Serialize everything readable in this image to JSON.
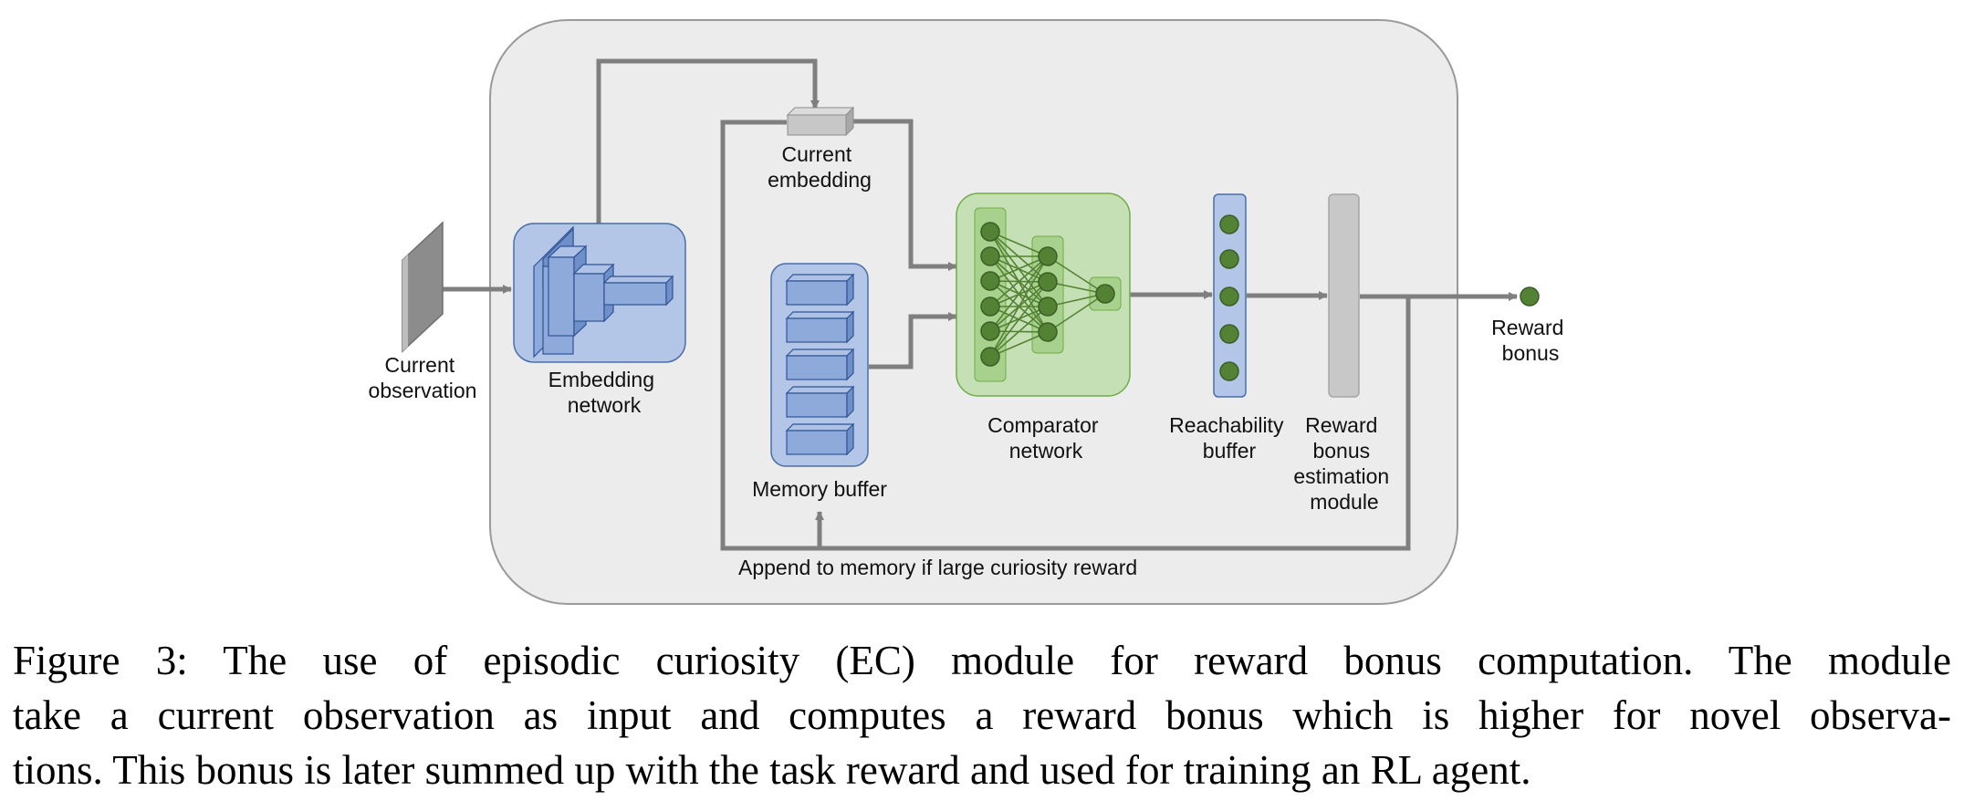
{
  "diagram": {
    "labels": {
      "current_observation": [
        "Current",
        "observation"
      ],
      "embedding_network": [
        "Embedding",
        "network"
      ],
      "current_embedding": [
        "Current",
        "embedding"
      ],
      "memory_buffer": [
        "Memory buffer"
      ],
      "comparator_network": [
        "Comparator",
        "network"
      ],
      "reachability_buffer": [
        "Reachability",
        "buffer"
      ],
      "reward_bonus_estimation_module": [
        "Reward",
        "bonus",
        "estimation",
        "module"
      ],
      "reward_bonus": [
        "Reward",
        "bonus"
      ],
      "append_to_memory": "Append to memory if large curiosity reward"
    },
    "colors": {
      "module_background": "#ececec",
      "module_border": "#9a9a9a",
      "arrow": "#7f7f7f",
      "embedding_fill": "#b3c6e7",
      "embedding_layer": "#8eaadb",
      "comparator_fill": "#c5e0b4",
      "comparator_layer": "#a9d18e",
      "neuron": "#548235",
      "estimation_module": "#c8c8c8"
    }
  },
  "caption": {
    "lines": [
      "Figure 3:   The use of episodic curiosity (EC) module for reward bonus computation.  The module",
      "take a current observation as input and computes a reward bonus which is higher for novel observa-",
      "tions. This bonus is later summed up with the task reward and used for training an RL agent."
    ]
  }
}
